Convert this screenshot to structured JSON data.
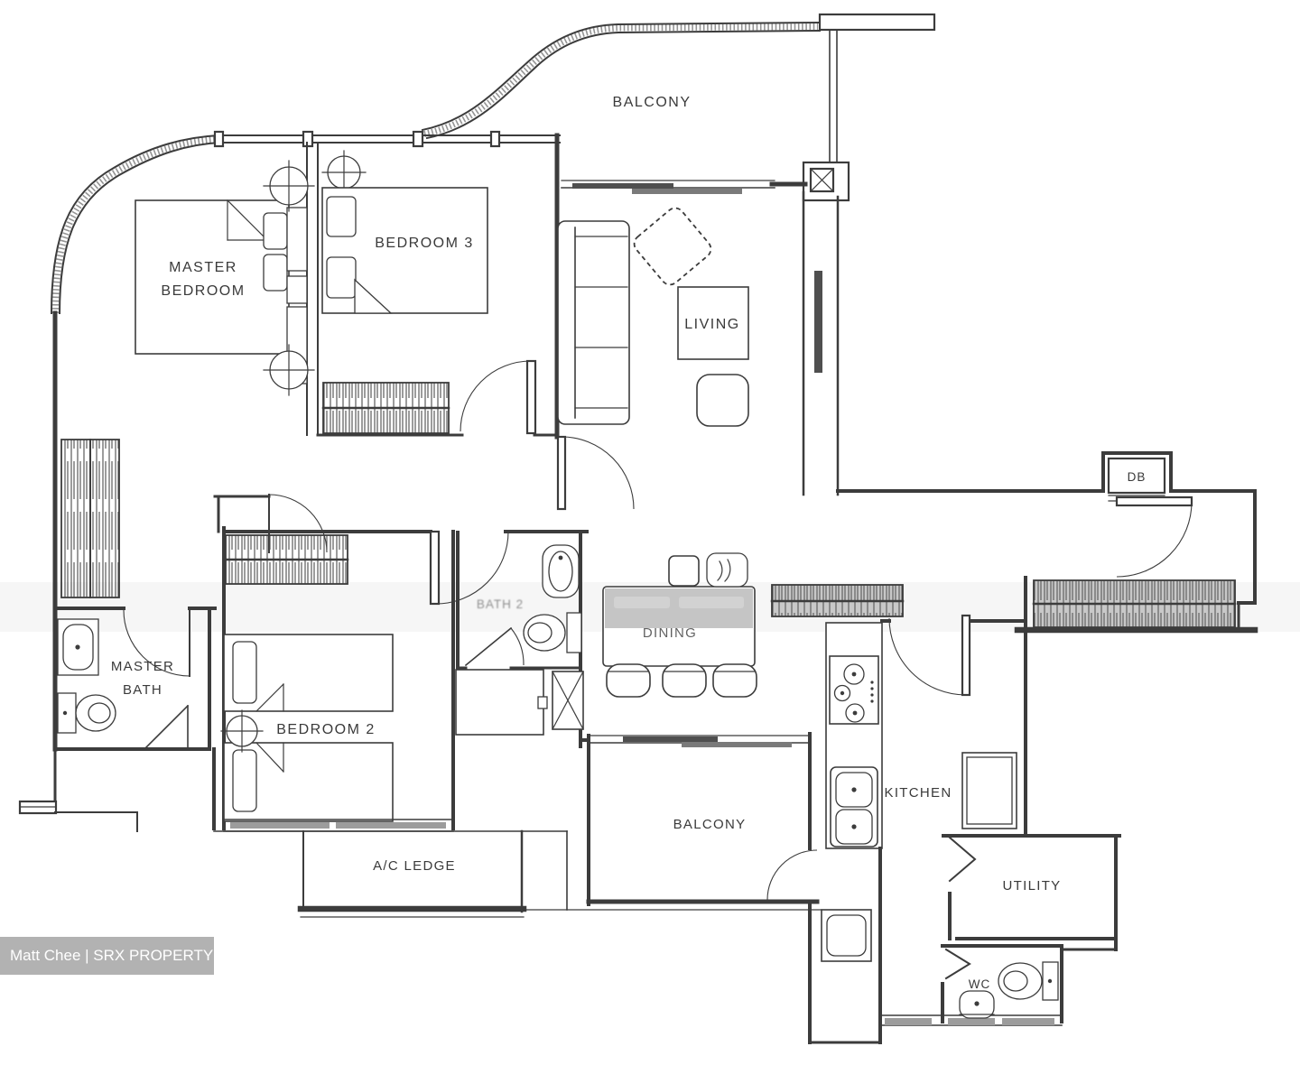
{
  "watermark": {
    "text": "Matt Chee | SRX PROPERTY",
    "bg": "#b2b2b2",
    "color": "#ffffff"
  },
  "plan": {
    "colors": {
      "line": "#3c3c3c",
      "label": "#3a3a3a",
      "sill": "#9c9c9c",
      "dark_bar": "#4f4f4f",
      "hatch_grey": "#b5b5b5",
      "watermark_band": "#8f8f8f"
    }
  },
  "rooms": {
    "balcony_top": "BALCONY",
    "master_bedroom_line1": "MASTER",
    "master_bedroom_line2": "BEDROOM",
    "bedroom3": "BEDROOM 3",
    "living": "LIVING",
    "db": "DB",
    "master_bath_line1": "MASTER",
    "master_bath_line2": "BATH",
    "bedroom2": "BEDROOM 2",
    "bath2": "BATH 2",
    "dining": "DINING",
    "kitchen": "KITCHEN",
    "balcony_bottom": "BALCONY",
    "ac_ledge": "A/C LEDGE",
    "utility": "UTILITY",
    "wc": "WC"
  }
}
